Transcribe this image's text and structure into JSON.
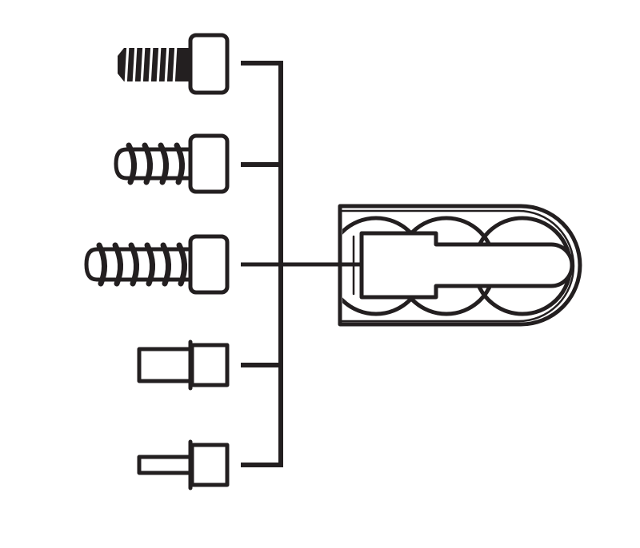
{
  "diagram": {
    "stroke_color": "#231f20",
    "background_color": "#ffffff",
    "fastener_icons": [
      {
        "id": "fine-thread-screw",
        "icon": "fine-thread-screw-icon"
      },
      {
        "id": "coarse-short-screw",
        "icon": "coarse-short-screw-icon"
      },
      {
        "id": "coarse-long-screw",
        "icon": "coarse-long-screw-icon"
      },
      {
        "id": "plain-pin",
        "icon": "plain-pin-icon"
      },
      {
        "id": "stepped-pin",
        "icon": "stepped-pin-icon"
      }
    ],
    "target_icon": "universal-socket-icon",
    "connector": "bracket-arrow-connector"
  }
}
